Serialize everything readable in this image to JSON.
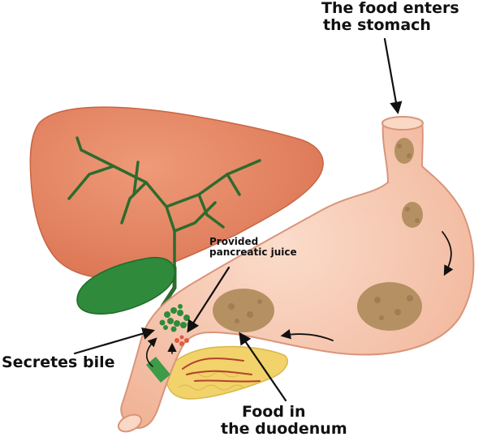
{
  "labels": {
    "food_enters_line1": "The food enters",
    "food_enters_line2": "the stomach",
    "pancreatic_line1": "Provided",
    "pancreatic_line2": "pancreatic juice",
    "secretes_bile": "Secretes bile",
    "duodenum_line1": "Food in",
    "duodenum_line2": "the duodenum"
  },
  "colors": {
    "liver": "#e58a66",
    "stomach": "#f6c7ad",
    "gallbladder": "#2f8a3c",
    "bile_duct": "#2d6b2e",
    "pancreas": "#f2d26a",
    "food": "#b59062",
    "bile_cluster": "#2e8b3c",
    "pancreatic_juice": "#e05a45",
    "arrow": "#111111"
  }
}
